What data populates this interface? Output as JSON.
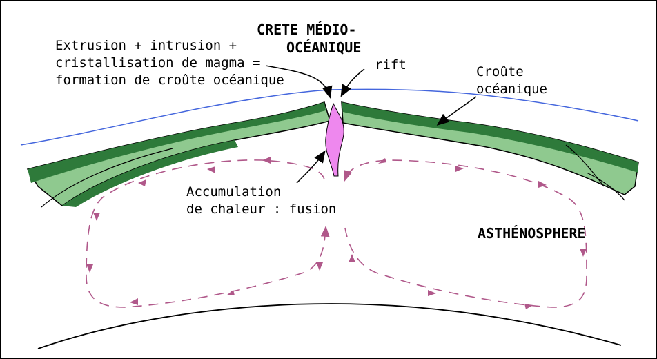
{
  "labels": {
    "ridge_title_1": "CRETE MÉDIO-",
    "ridge_title_2": "OCÉANIQUE",
    "process_1": "Extrusion + intrusion +",
    "process_2": "cristallisation de magma =",
    "process_3": "formation de croûte océanique",
    "rift": "rift",
    "crust_1": "Croûte",
    "crust_2": "océanique",
    "heat_1": "Accumulation",
    "heat_2": "de chaleur : fusion",
    "asthenosphere": "ASTHÉNOSPHERE"
  },
  "colors": {
    "crust_fill": "#8fc98f",
    "crust_dark": "#2e7a3a",
    "magma": "#ee88ee",
    "ocean_line": "#4466dd",
    "convection": "#b0588a"
  }
}
